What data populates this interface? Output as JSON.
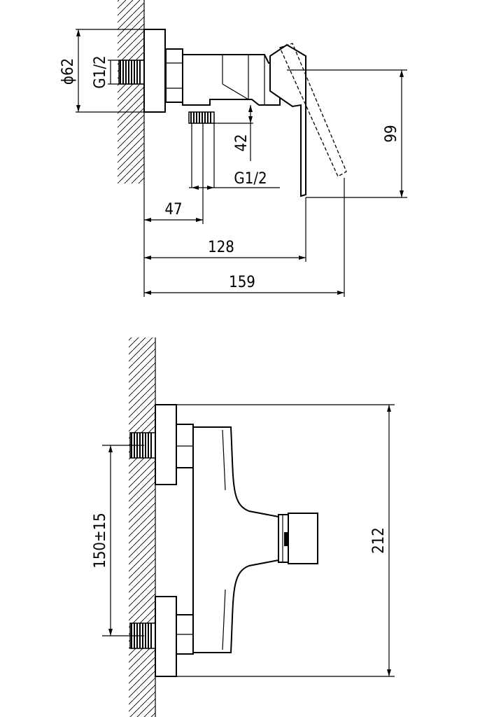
{
  "top_view": {
    "dim_diameter": "ϕ62",
    "dim_thread_left": "G1/2",
    "dim_height_42": "42",
    "dim_thread_bottom": "G1/2",
    "dim_height_99": "99",
    "dim_width_47": "47",
    "dim_width_128": "128",
    "dim_width_159": "159"
  },
  "front_view": {
    "dim_spacing": "150±15",
    "dim_height_212": "212"
  }
}
